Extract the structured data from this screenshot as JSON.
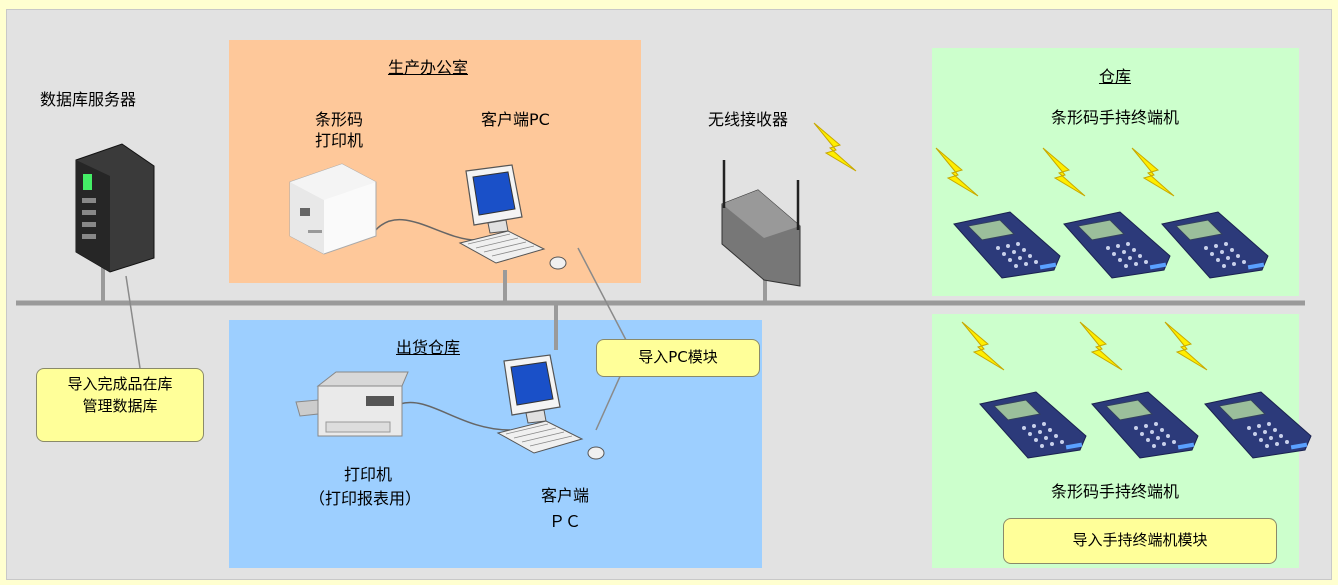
{
  "zones": {
    "office_title": "生产办公室",
    "shipping_title": "出货仓库",
    "warehouse_title": "仓库"
  },
  "labels": {
    "db_server": "数据库服务器",
    "barcode_printer_line1": "条形码",
    "barcode_printer_line2": "打印机",
    "client_pc_top": "客户端PC",
    "wireless_receiver": "无线接收器",
    "handheld_top": "条形码手持终端机",
    "handheld_bottom": "条形码手持终端机",
    "printer_line1": "打印机",
    "printer_line2": "（打印报表用）",
    "client_pc_bottom_line1": "客户端",
    "client_pc_bottom_line2": "ＰＣ"
  },
  "callouts": {
    "db_import_line1": "导入完成品在库",
    "db_import_line2": "管理数据库",
    "pc_module": "导入PC模块",
    "handheld_module": "导入手持终端机模块"
  },
  "colors": {
    "background": "#ffffd0",
    "frame": "#e2e2e2",
    "office_zone": "#fec89a",
    "shipping_zone": "#9dcfff",
    "warehouse_zone": "#ccffcc",
    "callout_fill": "#ffff99",
    "network_line": "#9a9a9a",
    "lightning": "#ffee00"
  }
}
